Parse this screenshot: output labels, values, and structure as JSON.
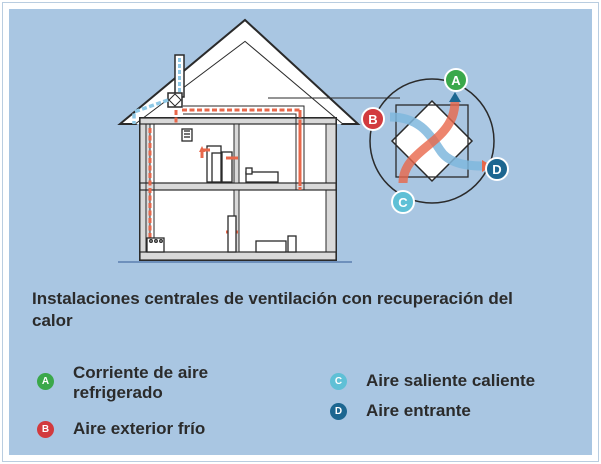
{
  "caption": "Instalaciones centrales de ventilación con recuperación del calor",
  "legend": [
    {
      "letter": "A",
      "label": "Corriente de aire refrigerado",
      "color": "#3aa84a"
    },
    {
      "letter": "B",
      "label": "Aire exterior frío",
      "color": "#d23a3e"
    },
    {
      "letter": "C",
      "label": "Aire saliente caliente",
      "color": "#5fc0d6"
    },
    {
      "letter": "D",
      "label": "Aire entrante",
      "color": "#1c6690"
    }
  ],
  "colors": {
    "panel_bg": "#a9c6e2",
    "house_wall": "#ffffff",
    "stroke": "#2a2a2a",
    "warm_duct": "#e8674a",
    "cold_duct": "#8ec8e6"
  }
}
